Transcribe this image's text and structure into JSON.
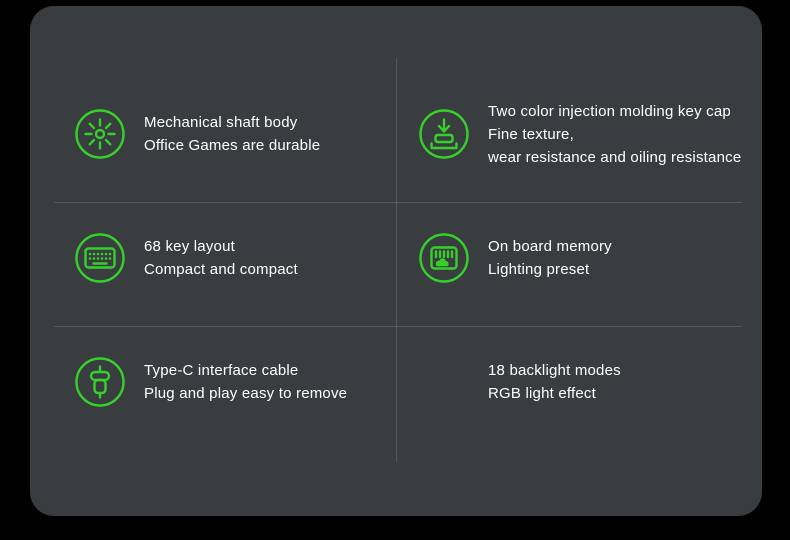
{
  "panel": {
    "background_color": "#3a3d40",
    "accent_color": "#35d12a",
    "text_color": "#ffffff",
    "divider_color": "rgba(255,255,255,0.14)"
  },
  "features": [
    {
      "icon": "mechanical-switch-icon",
      "lines": [
        "Mechanical shaft body",
        "Office Games are durable"
      ]
    },
    {
      "icon": "keycap-molding-icon",
      "lines": [
        "Two color injection molding key cap",
        "Fine texture,",
        "wear resistance and oiling resistance"
      ]
    },
    {
      "icon": "keyboard-layout-icon",
      "lines": [
        "68 key layout",
        "Compact and compact"
      ]
    },
    {
      "icon": "onboard-memory-icon",
      "lines": [
        "On board memory",
        "Lighting preset"
      ]
    },
    {
      "icon": "type-c-plug-icon",
      "lines": [
        "Type-C interface cable",
        "Plug and play easy to remove"
      ]
    },
    {
      "icon": "rgb-wheel-icon",
      "lines": [
        "18 backlight modes",
        "RGB light effect"
      ]
    }
  ]
}
